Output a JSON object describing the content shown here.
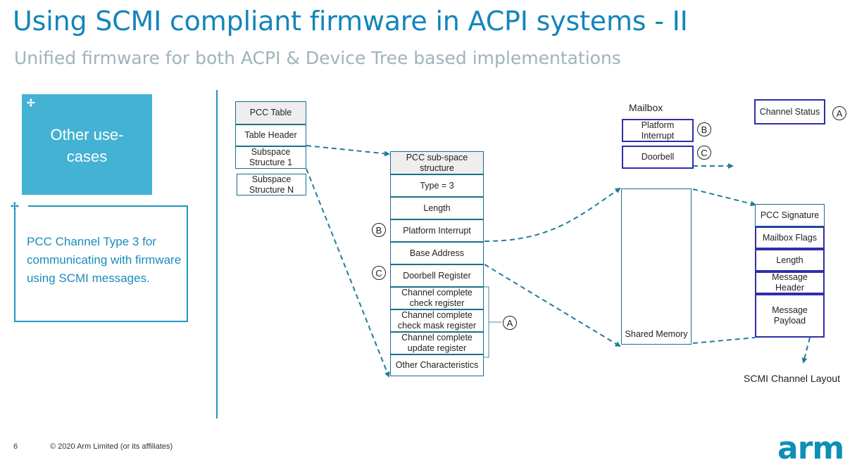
{
  "title": "Using SCMI compliant firmware in ACPI systems - II",
  "subtitle": "Unified firmware for both ACPI & Device Tree based implementations",
  "left_panel": {
    "teal_box_text": "Other use-\ncases",
    "plus_symbol": "✢",
    "description": "PCC Channel Type 3 for communicating with firmware using SCMI messages."
  },
  "pcc_table": {
    "title": "PCC Table",
    "rows": [
      "Table Header",
      "Subspace\nStructure 1",
      "Subspace\nStructure N"
    ]
  },
  "subspace_structure": {
    "title": "PCC sub-space\nstructure",
    "rows": [
      "Type = 3",
      "Length",
      "Platform Interrupt",
      "Base Address",
      "Doorbell Register",
      "Channel complete\ncheck register",
      "Channel complete\ncheck mask register",
      "Channel complete\nupdate register",
      "Other Characteristics"
    ]
  },
  "mailbox": {
    "label": "Mailbox",
    "items": [
      "Platform\nInterrupt",
      "Doorbell"
    ]
  },
  "channel_status": "Channel Status",
  "shared_memory": "Shared Memory",
  "scmi_layout": {
    "rows": [
      "PCC Signature",
      "Mailbox Flags",
      "Length",
      "Message\nHeader",
      "Message\nPayload"
    ],
    "caption": "SCMI Channel Layout"
  },
  "markers": {
    "a": "A",
    "b": "B",
    "c": "C"
  },
  "footer": {
    "page_number": "6",
    "copyright": "© 2020 Arm Limited (or its affiliates)",
    "logo": "arm"
  },
  "colors": {
    "title": "#1385ba",
    "subtitle": "#9fb4b9",
    "teal_box": "#43b2d3",
    "border_blue": "#2f2fa8",
    "connector": "#1d7f99",
    "logo": "#0f8fb8"
  }
}
